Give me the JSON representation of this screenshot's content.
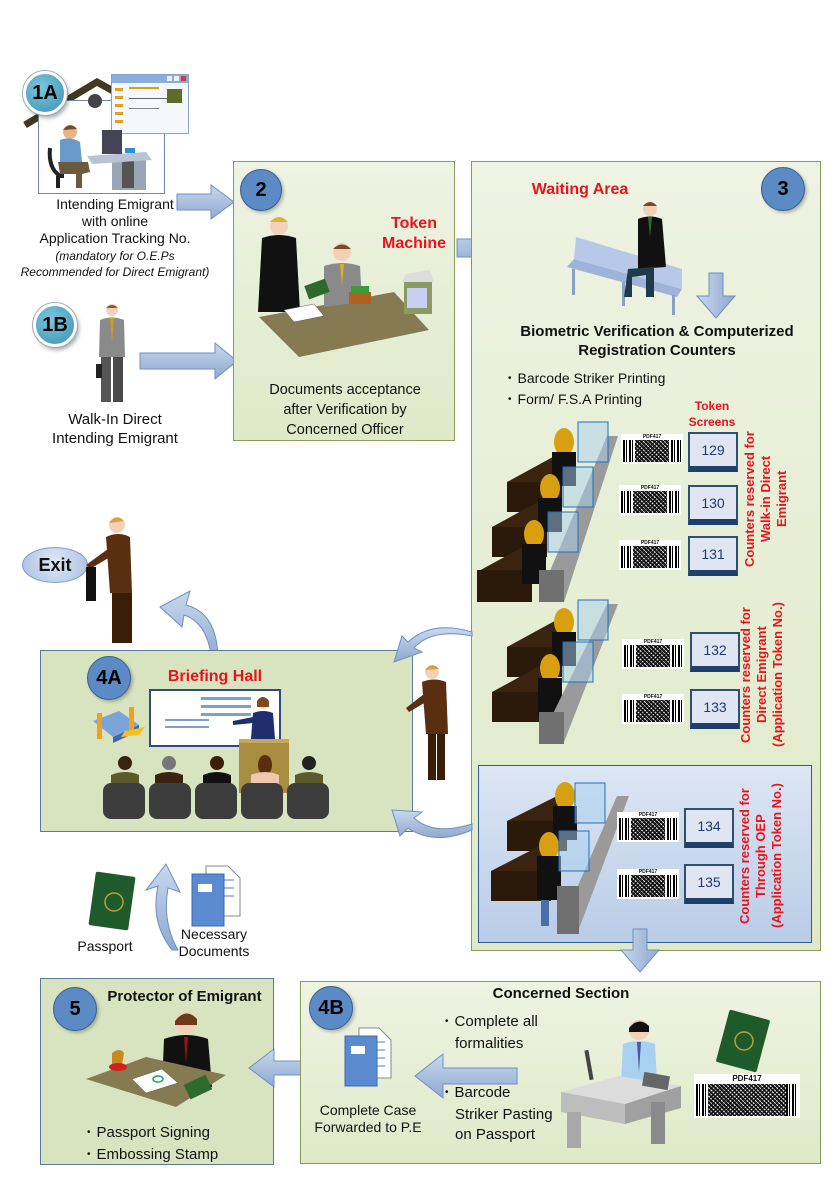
{
  "colors": {
    "accent_red": "#e8141c",
    "badge_blue": "#5b8ac4",
    "badge_teal": "#3a93b6",
    "panel_green": "#dfe9c8",
    "panel_blue": "#b9cce6",
    "arrow_blue": "#a9c0de",
    "token_screen_text": "#1f3a6e"
  },
  "step_1a": {
    "badge": "1A",
    "caption_lines": [
      "Intending Emigrant",
      "with online",
      "Application Tracking No."
    ],
    "note_lines": [
      "(mandatory for O.E.Ps",
      "Recommended for Direct Emigrant)"
    ]
  },
  "step_1b": {
    "badge": "1B",
    "caption_lines": [
      "Walk-In Direct",
      "Intending Emigrant"
    ]
  },
  "step_2": {
    "badge": "2",
    "token_label_lines": [
      "Token",
      "Machine"
    ],
    "caption_lines": [
      "Documents acceptance",
      "after Verification by",
      "Concerned Officer"
    ]
  },
  "step_3": {
    "badge": "3",
    "waiting_area": "Waiting Area",
    "title_lines": [
      "Biometric Verification &  Computerized",
      "Registration Counters"
    ],
    "bullets": [
      "Barcode Striker Printing",
      "Form/ F.S.A  Printing"
    ],
    "token_screens_label_lines": [
      "Token",
      "Screens"
    ],
    "barcode_label": "PDF417",
    "counter_groups": [
      {
        "label_lines": [
          "Counters reserved for",
          "Walk-in Direct",
          "Emigrant"
        ],
        "tokens": [
          "129",
          "130",
          "131"
        ]
      },
      {
        "label_lines": [
          "Counters reserved for",
          "Direct Emigrant",
          "(Application Token No.)"
        ],
        "tokens": [
          "132",
          "133"
        ]
      },
      {
        "label_lines": [
          "Counters reserved for",
          "Through OEP",
          "(Application Token No.)"
        ],
        "tokens": [
          "134",
          "135"
        ]
      }
    ]
  },
  "exit": {
    "label": "Exit"
  },
  "step_4a": {
    "badge": "4A",
    "title": "Briefing Hall"
  },
  "documents": {
    "passport_label": "Passport",
    "necessary_docs_lines": [
      "Necessary",
      "Documents"
    ]
  },
  "step_4b": {
    "badge": "4B",
    "title": "Concerned Section",
    "bullets": [
      [
        "Complete all",
        "formalities"
      ],
      [
        "Barcode",
        "Striker Pasting",
        "on Passport"
      ]
    ],
    "case_caption_lines": [
      "Complete Case",
      "Forwarded to P.E"
    ],
    "barcode_label": "PDF417"
  },
  "step_5": {
    "badge": "5",
    "title": "Protector of Emigrant",
    "bullets": [
      "Passport Signing",
      "Embossing Stamp"
    ]
  }
}
